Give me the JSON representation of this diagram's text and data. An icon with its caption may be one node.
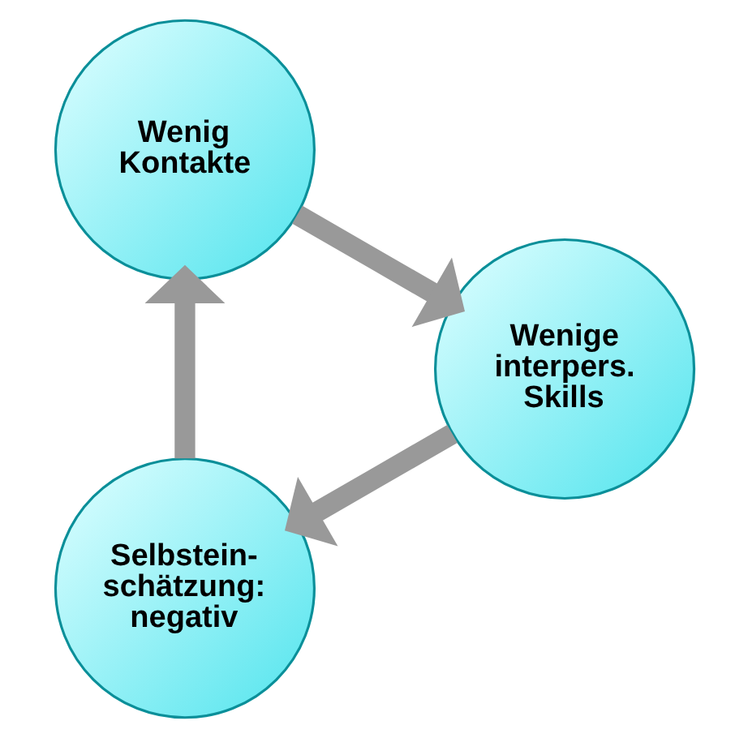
{
  "diagram": {
    "nodes": [
      {
        "text": [
          "Selbstein- schätzung: negativ"
        ]
      },
      {
        "text": [
          "Wenig Kontakte"
        ]
      },
      {
        "text": [
          "Wenige interpers. Skills"
        ]
      }
    ],
    "edges": [
      {
        "from": 0,
        "to": 1,
        "arrow": "to"
      },
      {
        "from": 1,
        "to": 2,
        "arrow": "to"
      },
      {
        "from": 2,
        "to": 0,
        "arrow": "to"
      }
    ]
  }
}
